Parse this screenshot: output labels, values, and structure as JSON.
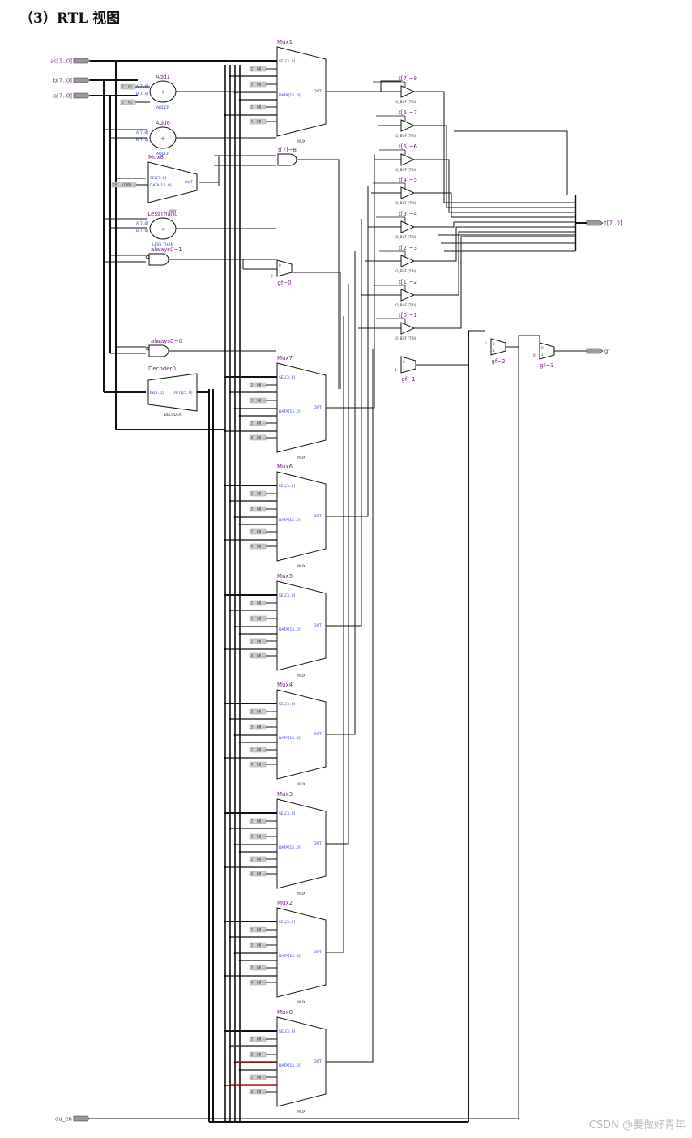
{
  "heading": "（3）RTL 视图",
  "watermark": "CSDN @要做好青年",
  "ports": {
    "ac": "ac[3..0]",
    "b": "b[7..0]",
    "a": "a[7..0]",
    "au_en": "au_en",
    "t_out": "t[7..0]",
    "gf": "gf"
  },
  "blocks": {
    "add1": {
      "name": "Add1",
      "type": "ADDER",
      "in_a": "A[7..0]",
      "in_b": "B[7..0]",
      "const1": "1' h1 --",
      "const2": "1' h1 --"
    },
    "add0": {
      "name": "Add0",
      "type": "ADDER",
      "in_a": "A[7..0]",
      "in_b": "B[7..0]"
    },
    "mux8": {
      "name": "Mux8",
      "type": "MUX",
      "sel": "SEL[3..0]",
      "data": "DATA[15..0]",
      "out": "OUT",
      "const": "16' h2000 --"
    },
    "lessthan0": {
      "name": "LessThan0",
      "type": "LESS_THAN",
      "in_a": "A[7..0]",
      "in_b": "B[7..0]"
    },
    "always0_1": {
      "name": "always0~1"
    },
    "always0_0": {
      "name": "always0~0"
    },
    "decoder0": {
      "name": "Decoder0",
      "type": "DECODER",
      "in": "IN[3..0]",
      "out": "OUT[15..0]"
    },
    "t7_8": {
      "name": "t[7]~8"
    },
    "gf0": {
      "name": "gf~0"
    },
    "gf1": {
      "name": "gf~1"
    },
    "gf2": {
      "name": "gf~2"
    },
    "gf3": {
      "name": "gf~3"
    }
  },
  "big_mux_common": {
    "type": "MUX",
    "sel": "SEL[3..0]",
    "data": "DATA[15..0]",
    "out": "OUT",
    "consts": [
      "2' h0 --",
      "3' h0 --",
      "2' h0 --",
      "4' h0 --"
    ]
  },
  "big_muxes": [
    {
      "name": "Mux1"
    },
    {
      "name": "Mux7"
    },
    {
      "name": "Mux6"
    },
    {
      "name": "Mux5"
    },
    {
      "name": "Mux4"
    },
    {
      "name": "Mux3"
    },
    {
      "name": "Mux2"
    },
    {
      "name": "Mux0"
    }
  ],
  "tri_type": "IO_BUF (TRI)",
  "tri_buffers": [
    {
      "name": "t[7]~9"
    },
    {
      "name": "t[6]~7"
    },
    {
      "name": "t[5]~6"
    },
    {
      "name": "t[4]~5"
    },
    {
      "name": "t[3]~4"
    },
    {
      "name": "t[2]~3"
    },
    {
      "name": "t[1]~2"
    },
    {
      "name": "t[0]~1"
    }
  ],
  "small_mux_pins": {
    "zero": "0",
    "one": "1"
  }
}
